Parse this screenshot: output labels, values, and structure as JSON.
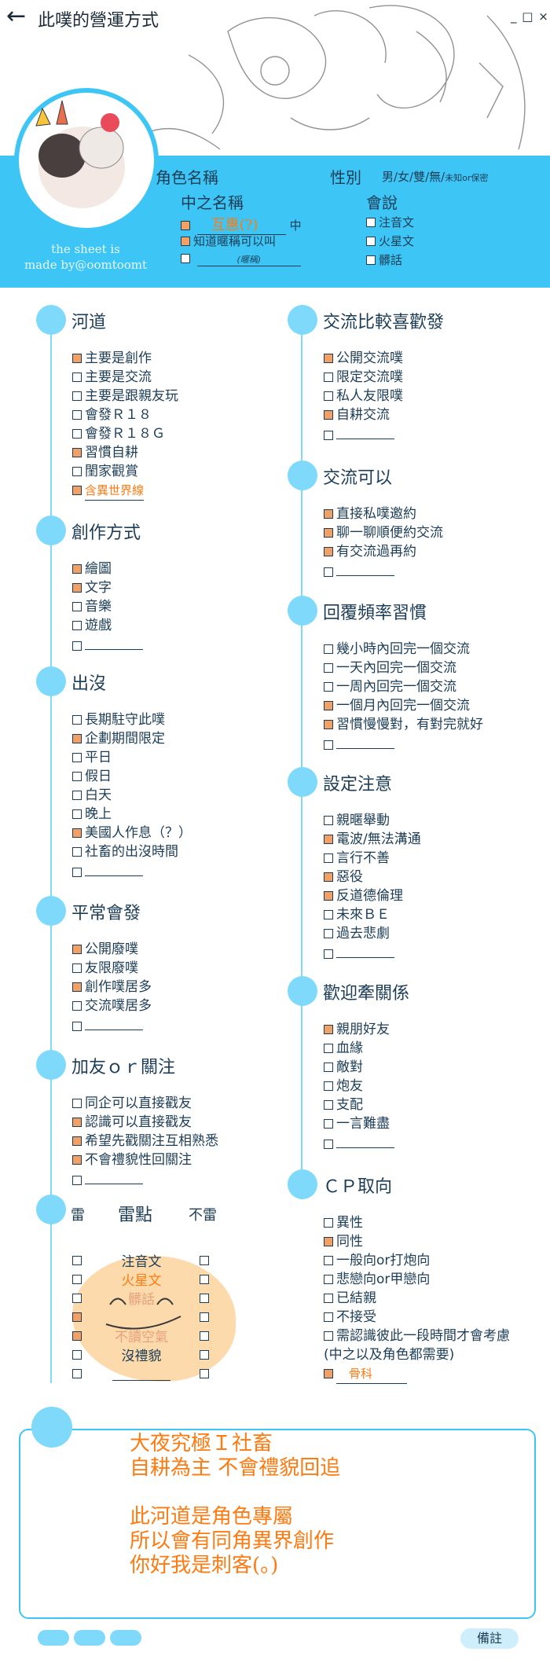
{
  "header": {
    "back_icon": "←",
    "title": "此噗的營運方式",
    "window_controls": "_ □ ×"
  },
  "credit": {
    "line1": "the sheet is",
    "line2": "made by@oomtoomt"
  },
  "profile": {
    "role_name_label": "角色名稱",
    "gender_label": "性別",
    "gender_options": "男/女/雙/無/",
    "gender_unknown": "未知or保密",
    "cn_name_label": "中之名稱",
    "cn_name_value": "互惠(?)",
    "cn_name_suffix": "中",
    "cn_nick": "知道暱稱可以叫",
    "cn_blank_hint": "(暱稱)",
    "speaks_label": "會說",
    "speaks": [
      "注音文",
      "火星文",
      "髒話"
    ]
  },
  "sections": {
    "hedao": {
      "title": "河道",
      "items": [
        {
          "text": "主要是創作",
          "checked": true
        },
        {
          "text": "主要是交流",
          "checked": false
        },
        {
          "text": "主要是跟親友玩",
          "checked": false
        },
        {
          "text": "會發Ｒ１８",
          "checked": false
        },
        {
          "text": "會發Ｒ１８Ｇ",
          "checked": false
        },
        {
          "text": "習慣自耕",
          "checked": true
        },
        {
          "text": "閨家觀賞",
          "checked": false
        },
        {
          "text": "含異世界線",
          "checked": true,
          "hand": true
        }
      ]
    },
    "chuangzuo": {
      "title": "創作方式",
      "items": [
        {
          "text": "繪圖",
          "checked": true
        },
        {
          "text": "文字",
          "checked": true
        },
        {
          "text": "音樂",
          "checked": false
        },
        {
          "text": "遊戲",
          "checked": false
        },
        {
          "text": "",
          "checked": false,
          "blank": true
        }
      ]
    },
    "chumo": {
      "title": "出沒",
      "items": [
        {
          "text": "長期駐守此噗",
          "checked": false
        },
        {
          "text": "企劃期間限定",
          "checked": true
        },
        {
          "text": "平日",
          "checked": false
        },
        {
          "text": "假日",
          "checked": false
        },
        {
          "text": "白天",
          "checked": false
        },
        {
          "text": "晚上",
          "checked": false
        },
        {
          "text": "美國人作息（？）",
          "checked": true
        },
        {
          "text": "社畜的出沒時間",
          "checked": false
        },
        {
          "text": "",
          "checked": false,
          "blank": true
        }
      ]
    },
    "pingchang": {
      "title": "平常會發",
      "items": [
        {
          "text": "公開廢噗",
          "checked": true
        },
        {
          "text": "友限廢噗",
          "checked": false
        },
        {
          "text": "創作噗居多",
          "checked": true
        },
        {
          "text": "交流噗居多",
          "checked": false
        },
        {
          "text": "",
          "checked": false,
          "blank": true
        }
      ]
    },
    "jiayou": {
      "title": "加友ｏｒ關注",
      "items": [
        {
          "text": "同企可以直接戳友",
          "checked": false
        },
        {
          "text": "認識可以直接戳友",
          "checked": true
        },
        {
          "text": "希望先戳關注互相熟悉",
          "checked": true
        },
        {
          "text": "不會禮貌性回關注",
          "checked": true
        },
        {
          "text": "",
          "checked": false,
          "blank": true
        }
      ]
    },
    "jiaoliu": {
      "title": "交流比較喜歡發",
      "items": [
        {
          "text": "公開交流噗",
          "checked": true
        },
        {
          "text": "限定交流噗",
          "checked": false
        },
        {
          "text": "私人友限噗",
          "checked": false
        },
        {
          "text": "自耕交流",
          "checked": true
        },
        {
          "text": "",
          "checked": false,
          "blank": true
        }
      ]
    },
    "keyi": {
      "title": "交流可以",
      "items": [
        {
          "text": "直接私噗邀約",
          "checked": true
        },
        {
          "text": "聊一聊順便約交流",
          "checked": true
        },
        {
          "text": "有交流過再約",
          "checked": true
        },
        {
          "text": "",
          "checked": false,
          "blank": true
        }
      ]
    },
    "huifu": {
      "title": "回覆頻率習慣",
      "items": [
        {
          "text": "幾小時內回完一個交流",
          "checked": false
        },
        {
          "text": "一天內回完一個交流",
          "checked": false
        },
        {
          "text": "一周內回完一個交流",
          "checked": false
        },
        {
          "text": "一個月內回完一個交流",
          "checked": true
        },
        {
          "text": "習慣慢慢對，有對完就好",
          "checked": true
        },
        {
          "text": "",
          "checked": false,
          "blank": true
        }
      ]
    },
    "sheding": {
      "title": "設定注意",
      "items": [
        {
          "text": "親暱舉動",
          "checked": false
        },
        {
          "text": "電波/無法溝通",
          "checked": true
        },
        {
          "text": "言行不善",
          "checked": false
        },
        {
          "text": "惡役",
          "checked": true
        },
        {
          "text": "反道德倫理",
          "checked": true
        },
        {
          "text": "未來ＢＥ",
          "checked": false
        },
        {
          "text": "過去悲劇",
          "checked": false
        },
        {
          "text": "",
          "checked": false,
          "blank": true
        }
      ]
    },
    "qianguanxi": {
      "title": "歡迎牽關係",
      "items": [
        {
          "text": "親朋好友",
          "checked": true
        },
        {
          "text": "血緣",
          "checked": false
        },
        {
          "text": "敵對",
          "checked": false
        },
        {
          "text": "炮友",
          "checked": false
        },
        {
          "text": "支配",
          "checked": false
        },
        {
          "text": "一言難盡",
          "checked": false
        },
        {
          "text": "",
          "checked": false,
          "blank": true
        }
      ]
    },
    "cp": {
      "title": "ＣＰ取向",
      "items": [
        {
          "text": "異性",
          "checked": false
        },
        {
          "text": "同性",
          "checked": true
        },
        {
          "text": "一般向or打炮向",
          "checked": false
        },
        {
          "text": "悲戀向or甲戀向",
          "checked": false
        },
        {
          "text": "已結親",
          "checked": false
        },
        {
          "text": "不接受",
          "checked": false
        },
        {
          "text": "需認識彼此一段時間才會考慮",
          "checked": false
        }
      ],
      "note": "(中之以及角色都需要)",
      "extra": "骨科"
    },
    "lei": {
      "left_header": "雷",
      "title": "雷點",
      "right_header": "不雷",
      "items": [
        "注音文",
        "火星文",
        "髒話",
        "",
        "不讀空氣",
        "沒禮貌",
        ""
      ],
      "left_checked": [
        false,
        false,
        false,
        true,
        true,
        false,
        false
      ],
      "right_checked": [
        false,
        false,
        false,
        false,
        false,
        false,
        false
      ]
    }
  },
  "notes": {
    "text": "大夜究極Ｉ社畜\n自耕為主 不會禮貌回追\n\n此河道是角色專屬\n所以會有同角異界創作\n你好我是刺客(。)",
    "tab_label": "備註"
  },
  "colors": {
    "accent": "#3dc6f5",
    "dot": "#7ed9fb",
    "check": "#f5a063",
    "handwriting": "#ff7a10"
  }
}
